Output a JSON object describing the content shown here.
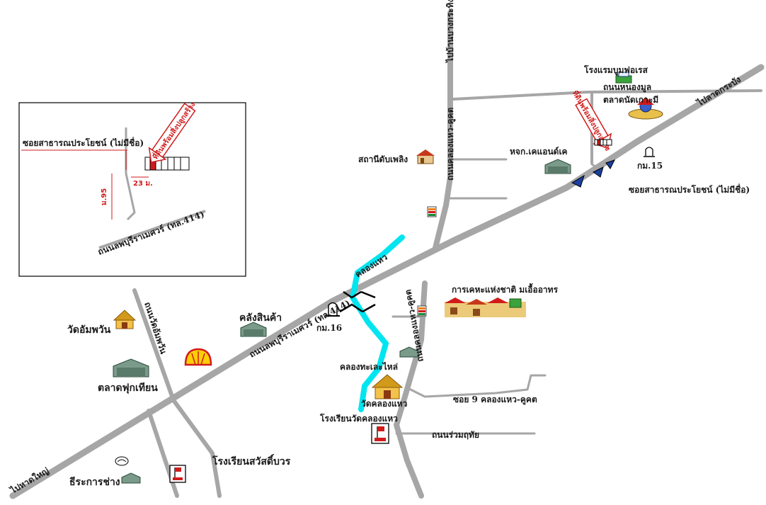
{
  "colors": {
    "road": "#a6a6a6",
    "canal": "#00e5f0",
    "highlight": "#d11b1b",
    "text": "#1a1a1a",
    "inset_border": "#000000"
  },
  "labels": {
    "to_bang_kra_thing": "ไปบ้านบางกระทิง",
    "to_lat_krabang": "ไปลาดกระบัง",
    "road_nong_mun": "ถนนหนองมูล",
    "hotel": "โรงแรมบูมฟอเรส",
    "market_chatchai": "ตลาดนัดเกาะมี",
    "site_main": "ที่ดินพร้อมสิ่งปลูกสร้าง",
    "road_khlong_kaeo_north": "ถนนคลองแหว-คูคต",
    "road_khlong_kaeo_south": "ถนนคลองแหว-คูคต",
    "fire_station": "สถานีดับเพลิง",
    "hp_partner": "หจก.เคแอนด์เค",
    "km15": "กม.15",
    "soi_public": "ซอยสาธารณประโยชน์ (ไม่มีชื่อ)",
    "canal": "คลองแหว",
    "housing": "การเคหะแห่งชาติ มเอื้ออาทร",
    "temple_ampawan": "วัดอัมพวัน",
    "warehouse": "คลังสินค้า",
    "main_road": "ถนนลพบุรีราเมศวร์ (ทล.414)",
    "km16": "กม.16",
    "road_wat_ampawan": "ถนนวัดอัมพวัน",
    "market_phukthien": "ตลาดฟุกเทียน",
    "canal_lad_ya": "คลองทะเละไหล่",
    "temple_khlong_kaeo": "วัดคลองแหว",
    "soi_9": "ซอย 9 คลองแหว-คูคต",
    "school_wat": "โรงเรียนวัดคลองแหว",
    "road_ruam": "ถนนร่วมฤทัย",
    "school_sawat": "โรงเรียนสวัสดิ์บวร",
    "mazda": "ธีระการช่าง",
    "to_songkhla": "ไปหาดใหญ่"
  },
  "inset": {
    "soi": "ซอยสาธารณประโยชน์ (ไม่มีชื่อ)",
    "site": "ที่ดินพร้อมสิ่งปลูกสร้าง",
    "dist_a": "23 ม.",
    "dist_b": "ม.95",
    "road": "ถนนลพบุรีราเมศวร์ (ทล.414)"
  },
  "icons": {
    "seven_eleven": "seven-eleven-icon",
    "shell": "shell-icon",
    "temple": "temple-icon",
    "warehouse": "warehouse-icon",
    "school": "school-icon",
    "km_post": "km-post-icon",
    "bridge": "bridge-icon",
    "mazda": "mazda-logo-icon",
    "hotel": "hotel-icon",
    "fire_station": "fire-station-icon",
    "housing": "housing-estate-icon",
    "roundabout_arrow": "direction-arrow-icon"
  }
}
